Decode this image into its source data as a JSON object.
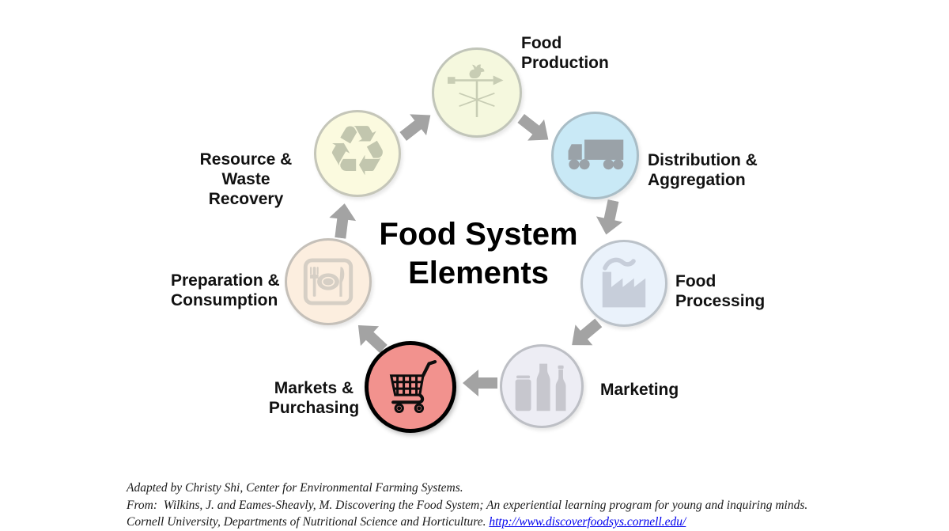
{
  "diagram": {
    "title": "Food System\nElements",
    "arrow_color": "#a3a3a3",
    "highlight_border": "#000000",
    "nodes": [
      {
        "id": "food-production",
        "label": "Food\nProduction",
        "icon": "weathervane-icon",
        "fill": "#f5f8de",
        "highlighted": false
      },
      {
        "id": "distribution-aggregation",
        "label": "Distribution &\nAggregation",
        "icon": "truck-icon",
        "fill": "#c9e9f6",
        "highlighted": false
      },
      {
        "id": "food-processing",
        "label": "Food\nProcessing",
        "icon": "factory-icon",
        "fill": "#eaf2fb",
        "highlighted": false
      },
      {
        "id": "marketing",
        "label": "Marketing",
        "icon": "bottles-icon",
        "fill": "#ededf4",
        "highlighted": false
      },
      {
        "id": "markets-purchasing",
        "label": "Markets &\nPurchasing",
        "icon": "shopping-cart-icon",
        "fill": "#f2928e",
        "highlighted": true
      },
      {
        "id": "preparation-consumption",
        "label": "Preparation &\nConsumption",
        "icon": "plate-cutlery-icon",
        "fill": "#fceedf",
        "highlighted": false
      },
      {
        "id": "resource-waste-recovery",
        "label": "Resource &\nWaste Recovery",
        "icon": "recycle-icon",
        "fill": "#fbfadf",
        "highlighted": false
      }
    ]
  },
  "footer": {
    "line1": "Adapted by Christy Shi, Center for Environmental Farming Systems.",
    "line2": "From:  Wilkins, J. and Eames-Sheavly, M. Discovering the Food System; An experiential learning program for young and inquiring minds.",
    "line3_prefix": "Cornell University, Departments of Nutritional Science and Horticulture. ",
    "link": {
      "text": "http://www.discoverfoodsys.cornell.edu/",
      "color": "#0000ee"
    }
  }
}
